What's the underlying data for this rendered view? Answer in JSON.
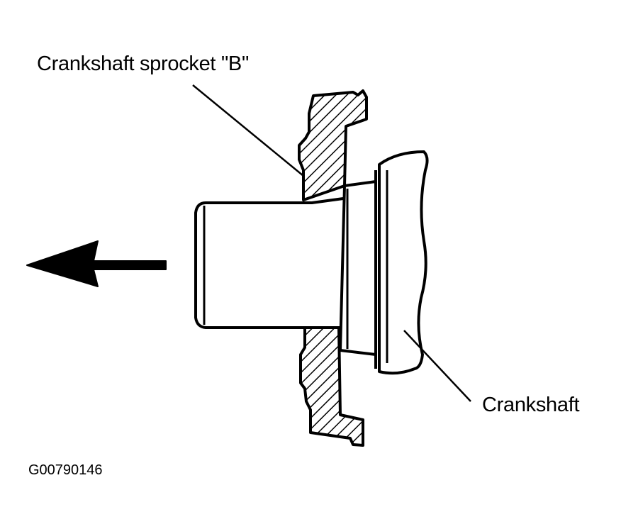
{
  "labels": {
    "sprocket": "Crankshaft sprocket \"B\"",
    "crankshaft": "Crankshaft",
    "figure_id": "G00790146"
  },
  "colors": {
    "ink": "#000000",
    "background": "#ffffff"
  },
  "icons": {
    "direction_arrow": "left-arrow-icon"
  }
}
